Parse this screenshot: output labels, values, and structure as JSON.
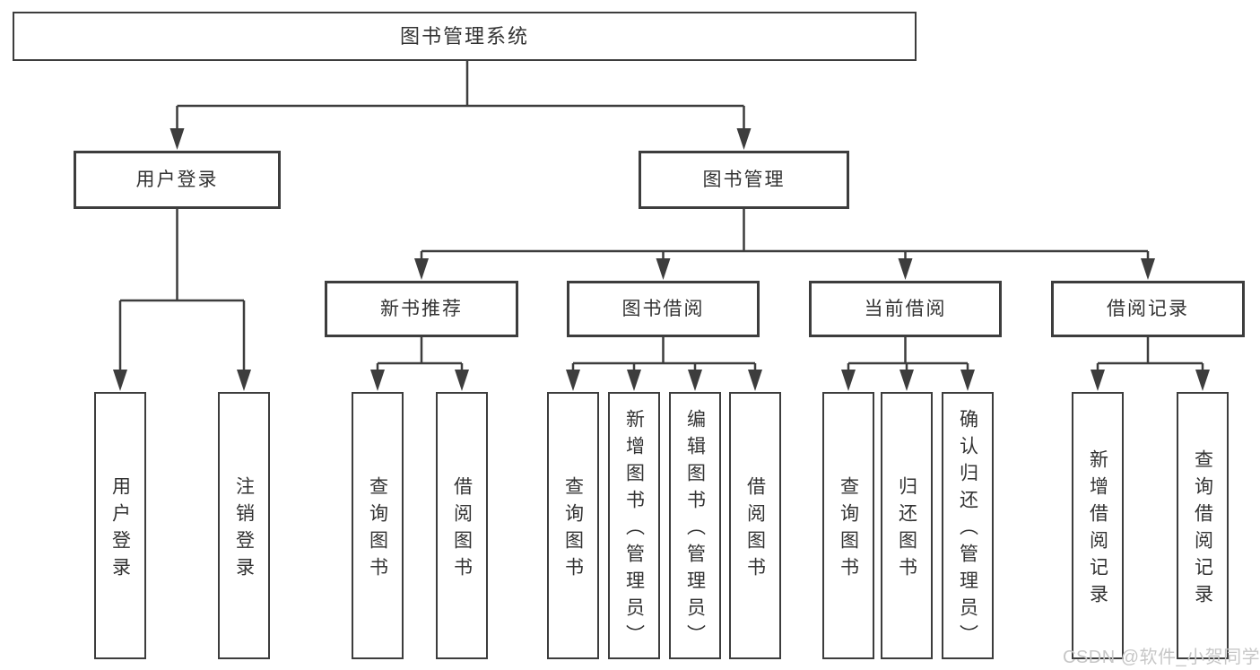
{
  "colors": {
    "line": "#3d3d3d",
    "text": "#333333",
    "watermark": "#c7c7c7",
    "background": "#ffffff"
  },
  "watermark": "CSDN @软件_小贺同学",
  "tree": {
    "root": {
      "label": "图书管理系统",
      "children": [
        {
          "label": "用户登录",
          "children": [
            {
              "label": "用户登录"
            },
            {
              "label": "注销登录"
            }
          ]
        },
        {
          "label": "图书管理",
          "children": [
            {
              "label": "新书推荐",
              "children": [
                {
                  "label": "查询图书"
                },
                {
                  "label": "借阅图书"
                }
              ]
            },
            {
              "label": "图书借阅",
              "children": [
                {
                  "label": "查询图书"
                },
                {
                  "label": "新增图书（管理员）"
                },
                {
                  "label": "编辑图书（管理员）"
                },
                {
                  "label": "借阅图书"
                }
              ]
            },
            {
              "label": "当前借阅",
              "children": [
                {
                  "label": "查询图书"
                },
                {
                  "label": "归还图书"
                },
                {
                  "label": "确认归还（管理员）"
                }
              ]
            },
            {
              "label": "借阅记录",
              "children": [
                {
                  "label": "新增借阅记录"
                },
                {
                  "label": "查询借阅记录"
                }
              ]
            }
          ]
        }
      ]
    }
  }
}
